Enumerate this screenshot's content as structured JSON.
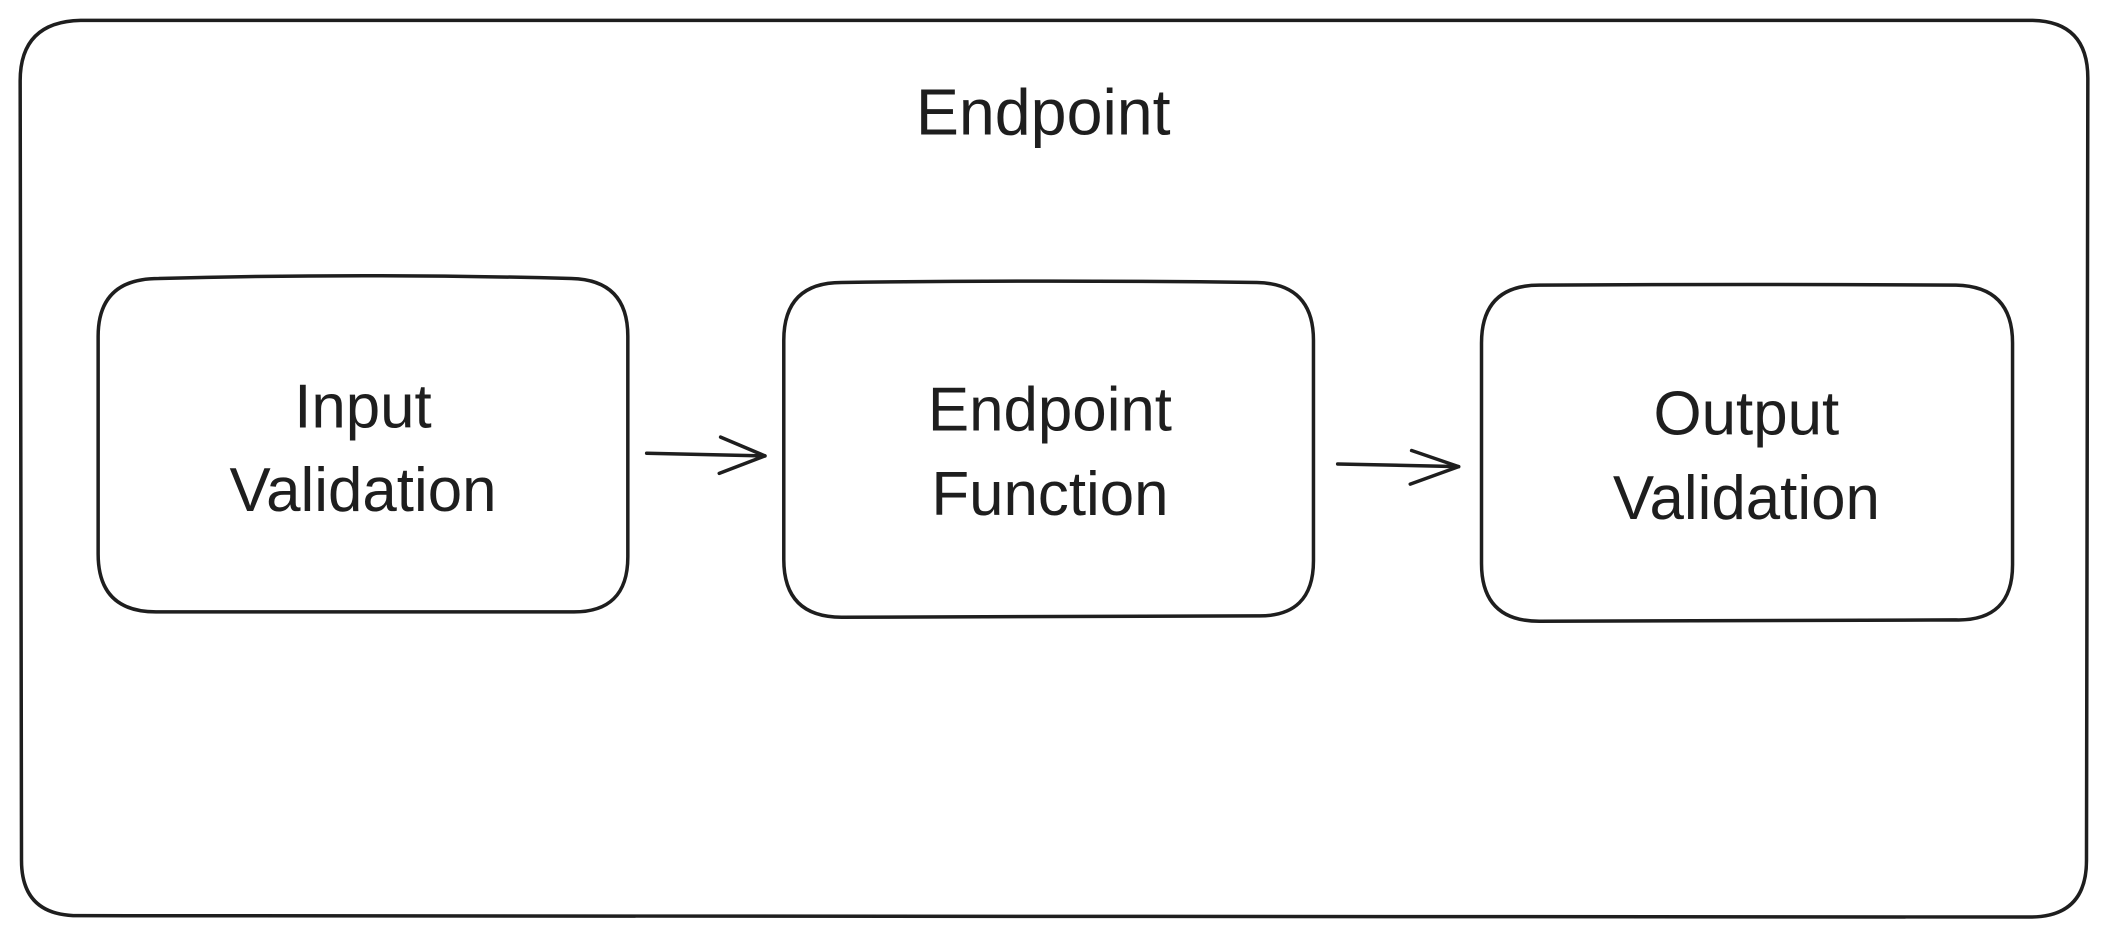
{
  "container": {
    "title": "Endpoint"
  },
  "nodes": [
    {
      "line1": "Input",
      "line2": "Validation"
    },
    {
      "line1": "Endpoint",
      "line2": "Function"
    },
    {
      "line1": "Output",
      "line2": "Validation"
    }
  ],
  "edges": [
    {
      "from": "Input Validation",
      "to": "Endpoint Function"
    },
    {
      "from": "Endpoint Function",
      "to": "Output Validation"
    }
  ],
  "colors": {
    "stroke": "#1e1e1e",
    "background": "#ffffff"
  }
}
